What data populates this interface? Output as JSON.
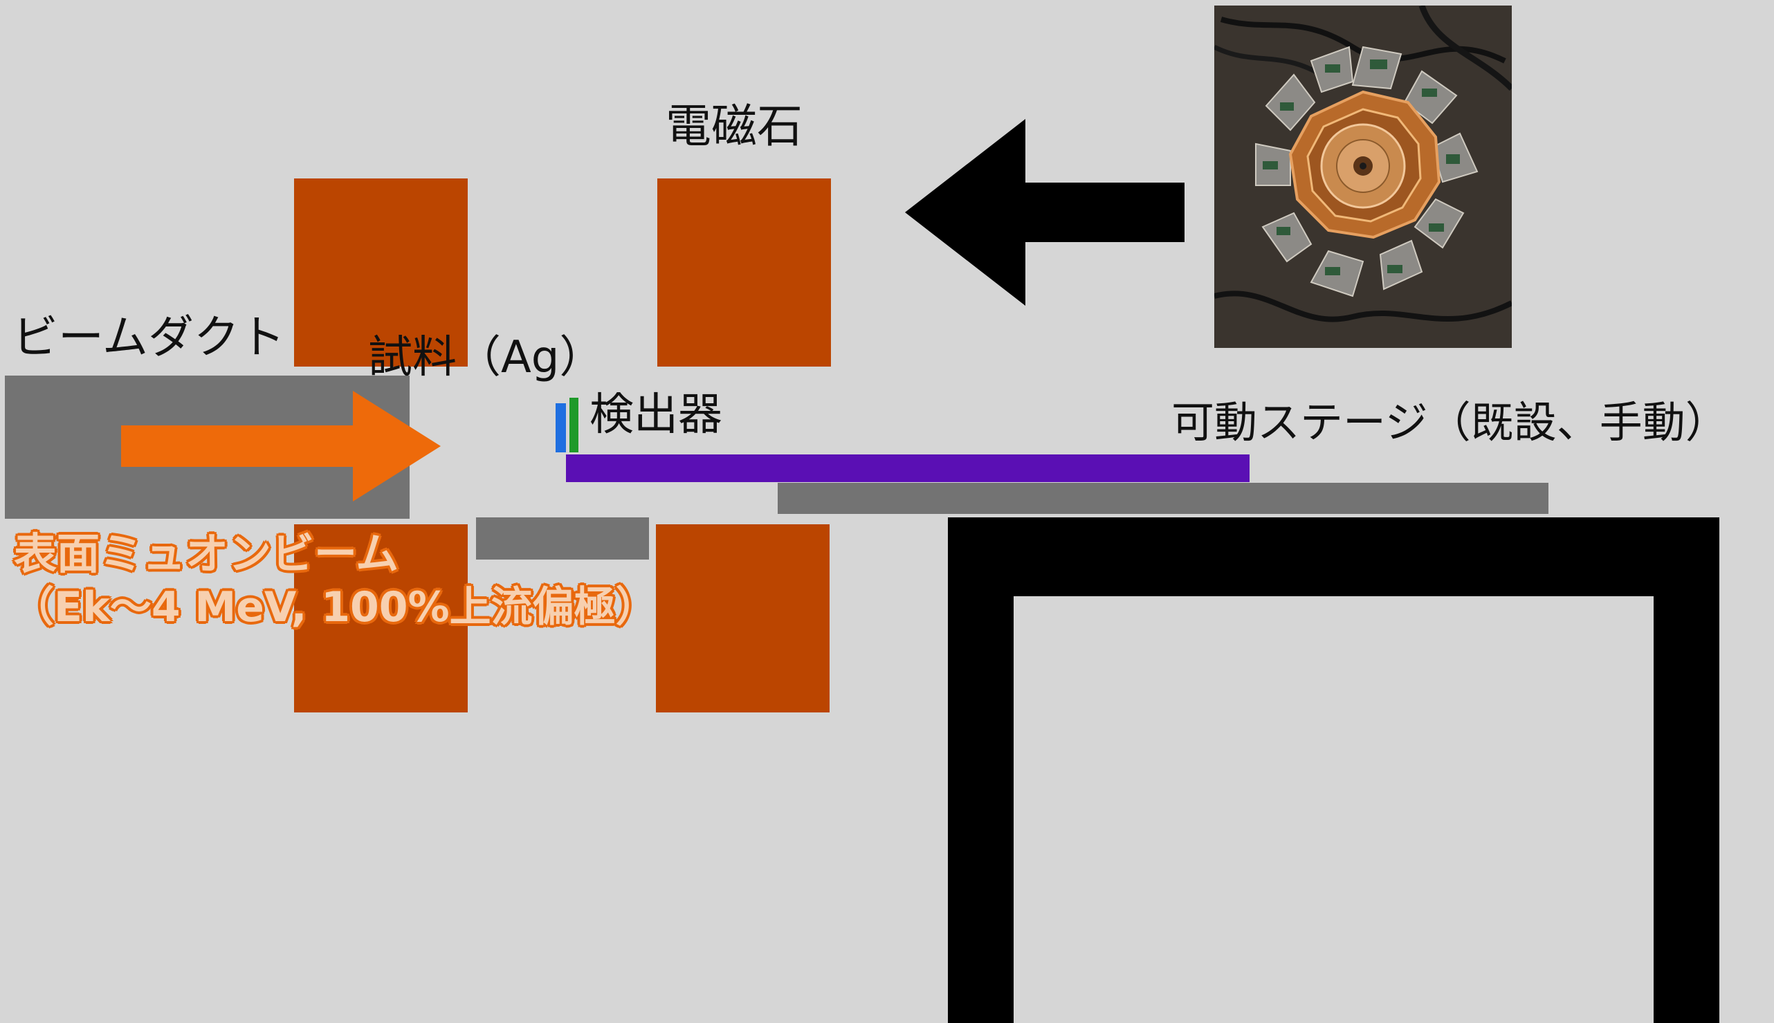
{
  "labels": {
    "magnet": "電磁石",
    "beam_duct": "ビームダクト",
    "sample": "試料（Ag）",
    "detector": "検出器",
    "stage": "可動ステージ（既設、手動）",
    "beam_line1": "表面ミュオンビーム",
    "beam_line2": "（Ek〜4 MeV, 100%上流偏極）"
  },
  "colors": {
    "background": "#d6d6d6",
    "magnet": "#bb4500",
    "duct": "#737373",
    "beam_arrow": "#ee6a0a",
    "sample_blue": "#1f6fe0",
    "sample_green": "#1e9a2a",
    "detector_bar": "#5a0fb4",
    "frame": "#000000",
    "pointer_arrow": "#000000"
  },
  "icons": {
    "beam_arrow": "right-arrow-icon",
    "pointer_arrow": "left-arrow-icon",
    "photo": "detector-array-photo"
  }
}
